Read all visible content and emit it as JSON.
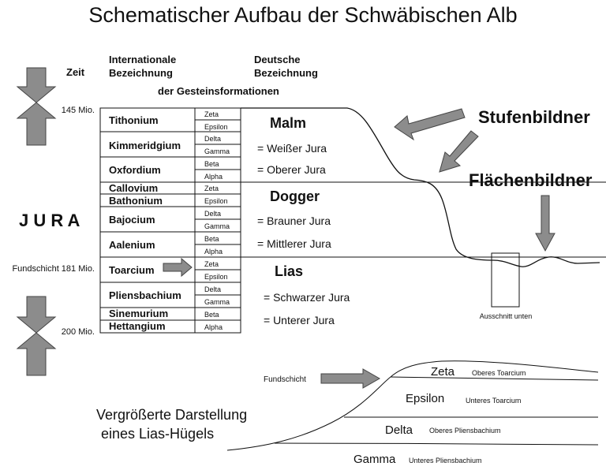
{
  "title": "Schematischer Aufbau der Schwäbischen Alb",
  "headers": {
    "zeit": "Zeit",
    "intl_line1": "Internationale",
    "intl_line2": "Bezeichnung",
    "de_line1": "Deutsche",
    "de_line2": "Bezeichnung",
    "gestein": "der Gesteinsformationen"
  },
  "times": {
    "t145": "145 Mio.",
    "fundschicht": "Fundschicht 181 Mio.",
    "t200": "200 Mio."
  },
  "jura_label": "J U R A",
  "stages": [
    {
      "name": "Tithonium",
      "subs": [
        "Zeta",
        "Epsilon"
      ]
    },
    {
      "name": "Kimmeridgium",
      "subs": [
        "Delta",
        "Gamma"
      ]
    },
    {
      "name": "Oxfordium",
      "subs": [
        "Beta",
        "Alpha"
      ]
    },
    {
      "name": "Callovium",
      "subs": [
        "Zeta"
      ]
    },
    {
      "name": "Bathonium",
      "subs": [
        "Epsilon"
      ]
    },
    {
      "name": "Bajocium",
      "subs": [
        "Delta",
        "Gamma"
      ]
    },
    {
      "name": "Aalenium",
      "subs": [
        "Beta",
        "Alpha"
      ]
    },
    {
      "name": "Toarcium",
      "subs": [
        "Zeta",
        "Epsilon"
      ]
    },
    {
      "name": "Pliensbachium",
      "subs": [
        "Delta",
        "Gamma"
      ]
    },
    {
      "name": "Sinemurium",
      "subs": [
        "Beta"
      ]
    },
    {
      "name": "Hettangium",
      "subs": [
        "Alpha"
      ]
    }
  ],
  "german": {
    "malm": "Malm",
    "malm_1": "= Weißer Jura",
    "malm_2": "= Oberer Jura",
    "dogger": "Dogger",
    "dogger_1": "= Brauner Jura",
    "dogger_2": "= Mittlerer Jura",
    "lias": "Lias",
    "lias_1": "= Schwarzer Jura",
    "lias_2": "= Unterer Jura"
  },
  "right_labels": {
    "stufenbildner": "Stufenbildner",
    "flaechenbildner": "Flächenbildner",
    "ausschnitt": "Ausschnitt unten"
  },
  "bottom": {
    "fundschicht": "Fundschicht",
    "caption_1": "Vergrößerte Darstellung",
    "caption_2": "eines Lias-Hügels",
    "layers": [
      {
        "name": "Zeta",
        "desc": "Oberes Toarcium"
      },
      {
        "name": "Epsilon",
        "desc": "Unteres Toarcium"
      },
      {
        "name": "Delta",
        "desc": "Oberes Pliensbachium"
      },
      {
        "name": "Gamma",
        "desc": "Unteres Pliensbachium"
      }
    ]
  },
  "colors": {
    "arrow": "#8c8c8c",
    "line": "#111111"
  }
}
